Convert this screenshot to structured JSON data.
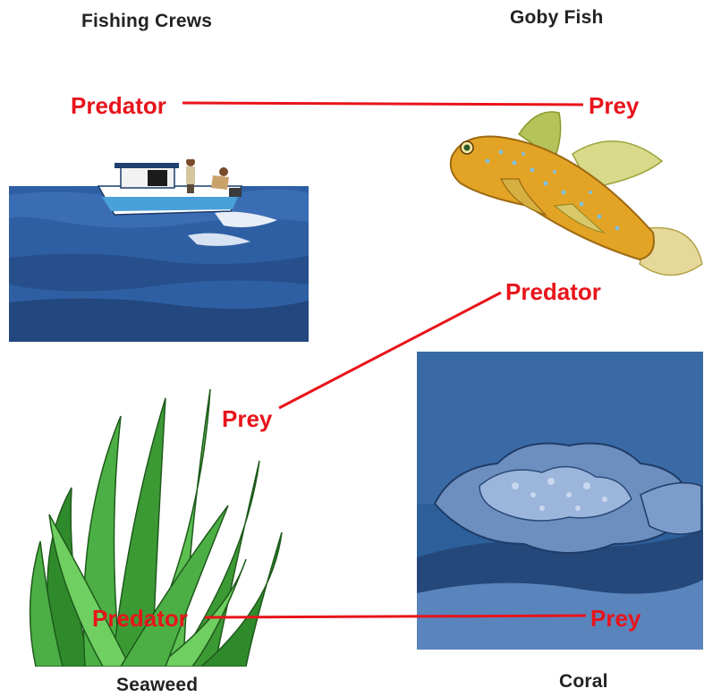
{
  "titles": {
    "fishing_crews": "Fishing Crews",
    "goby_fish": "Goby Fish",
    "seaweed": "Seaweed",
    "coral": "Coral"
  },
  "relations": [
    {
      "from": "Fishing Crews",
      "to": "Goby Fish",
      "predator_label": "Predator",
      "prey_label": "Prey"
    },
    {
      "from": "Goby Fish",
      "to": "Seaweed",
      "predator_label": "Predator",
      "prey_label": "Prey"
    },
    {
      "from": "Seaweed",
      "to": "Coral",
      "predator_label": "Predator",
      "prey_label": "Prey"
    }
  ],
  "colors": {
    "label": "#e8141b",
    "line": "#e8141b",
    "ocean": "#2f5fa3",
    "coral_bg": "#3a6aa6",
    "seaweed": "#3c9a35",
    "goby": "#e3a325"
  },
  "icons": [
    "boat-scene",
    "goby-fish-image",
    "seaweed-image",
    "coral-reef-image"
  ]
}
